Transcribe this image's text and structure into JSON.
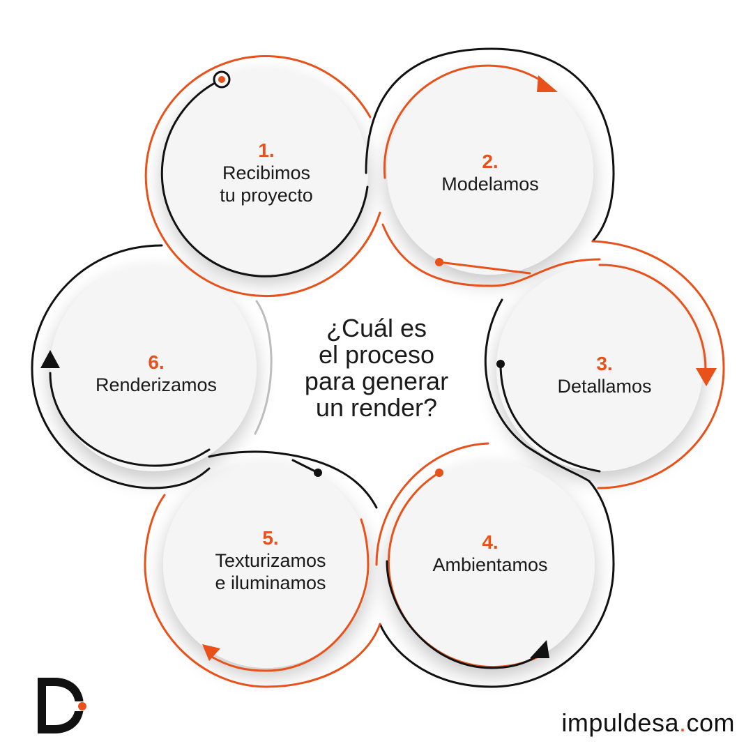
{
  "colors": {
    "accent": "#e8521a",
    "dark": "#111111",
    "circle_fill": "#f5f5f5",
    "guide_gray": "#bdbdbd"
  },
  "center": {
    "question": "¿Cuál es\nel proceso\npara generar\nun render?"
  },
  "steps": [
    {
      "number": "1.",
      "label": "Recibimos\ntu proyecto"
    },
    {
      "number": "2.",
      "label": "Modelamos"
    },
    {
      "number": "3.",
      "label": "Detallamos"
    },
    {
      "number": "4.",
      "label": "Ambientamos"
    },
    {
      "number": "5.",
      "label": "Texturizamos\ne iluminamos"
    },
    {
      "number": "6.",
      "label": "Renderizamos"
    }
  ],
  "brand": {
    "logo_icon": "d-logo-icon",
    "domain_name": "impuldesa",
    "domain_dot": ".",
    "domain_tld": "com"
  }
}
